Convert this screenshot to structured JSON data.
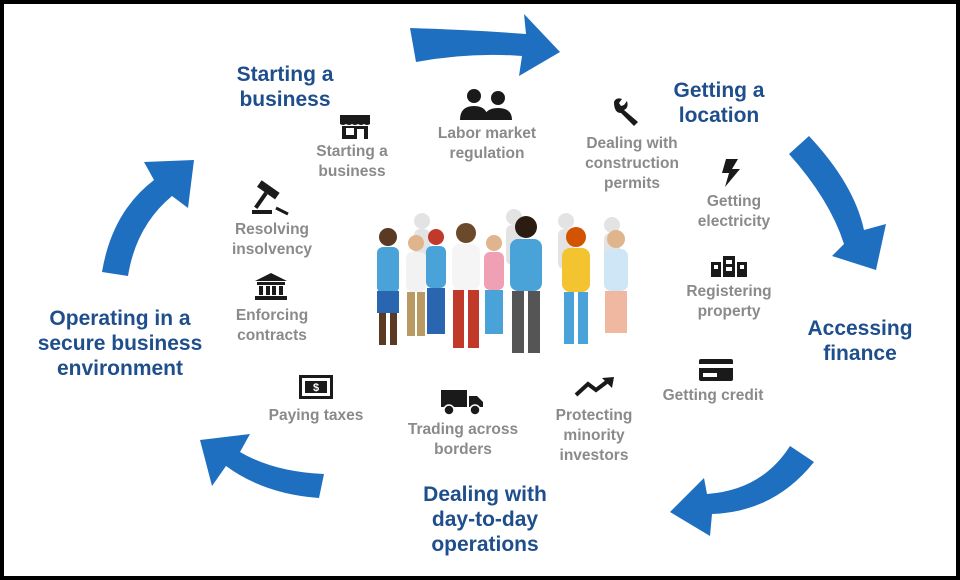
{
  "stages": {
    "starting": "Starting a\nbusiness",
    "location": "Getting a\nlocation",
    "finance": "Accessing\nfinance",
    "operations": "Dealing with\nday-to-day\noperations",
    "secure": "Operating in a\nsecure business\nenvironment"
  },
  "topics": {
    "starting_business": "Starting a\nbusiness",
    "labor": "Labor market\nregulation",
    "construction": "Dealing with\nconstruction\npermits",
    "electricity": "Getting\nelectricity",
    "property": "Registering\nproperty",
    "credit": "Getting credit",
    "minority": "Protecting\nminority\ninvestors",
    "trading": "Trading across\nborders",
    "taxes": "Paying taxes",
    "contracts": "Enforcing\ncontracts",
    "insolvency": "Resolving\ninsolvency"
  },
  "icons": {
    "starting_business": "storefront-icon",
    "labor": "people-icon",
    "construction": "wrench-icon",
    "electricity": "lightning-icon",
    "property": "buildings-icon",
    "credit": "credit-card-icon",
    "minority": "trend-line-icon",
    "trading": "truck-icon",
    "taxes": "dollar-bill-icon",
    "contracts": "bank-icon",
    "insolvency": "gavel-icon"
  },
  "colors": {
    "arrow": "#1f6fc0",
    "stage_text": "#1f4e8c",
    "topic_text": "#8a8a8a",
    "icon": "#1a1a1a"
  }
}
